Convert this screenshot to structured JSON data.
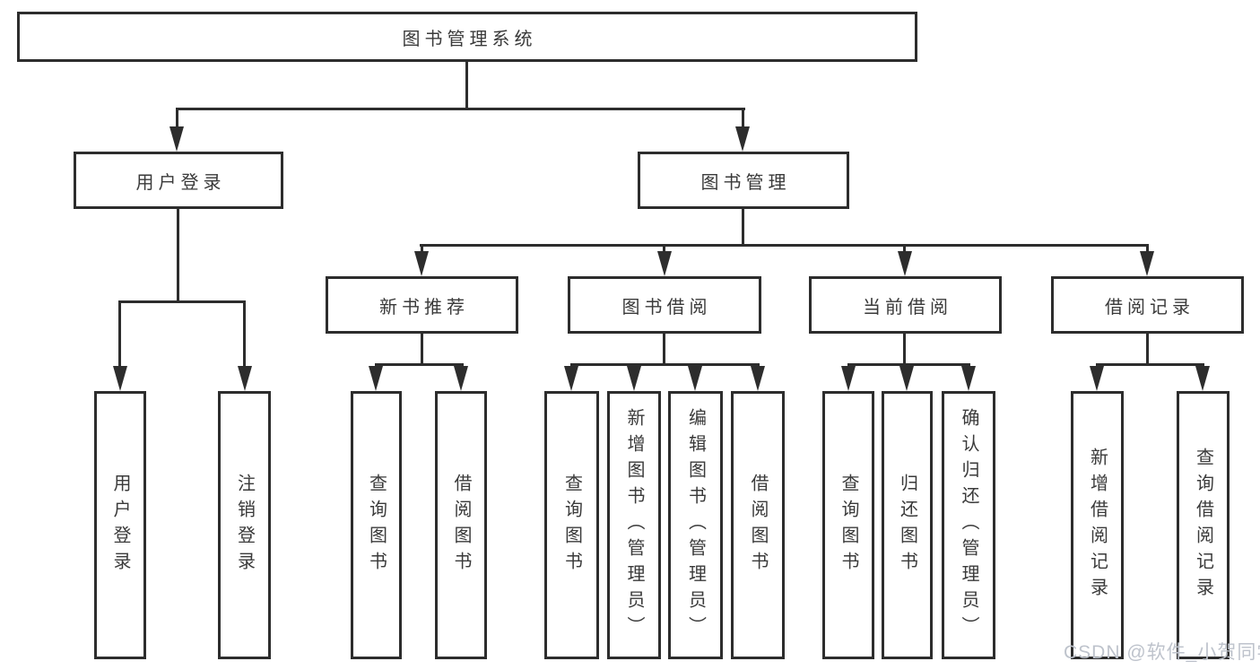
{
  "diagram": {
    "tree": {
      "label": "图书管理系统",
      "children": [
        {
          "label": "用户登录",
          "children": [
            {
              "label": "用户登录"
            },
            {
              "label": "注销登录"
            }
          ]
        },
        {
          "label": "图书管理",
          "children": [
            {
              "label": "新书推荐",
              "children": [
                {
                  "label": "查询图书"
                },
                {
                  "label": "借阅图书"
                }
              ]
            },
            {
              "label": "图书借阅",
              "children": [
                {
                  "label": "查询图书"
                },
                {
                  "label": "新增图书（管理员）"
                },
                {
                  "label": "编辑图书（管理员）"
                },
                {
                  "label": "借阅图书"
                }
              ]
            },
            {
              "label": "当前借阅",
              "children": [
                {
                  "label": "查询图书"
                },
                {
                  "label": "归还图书"
                },
                {
                  "label": "确认归还（管理员）"
                }
              ]
            },
            {
              "label": "借阅记录",
              "children": [
                {
                  "label": "新增借阅记录"
                },
                {
                  "label": "查询借阅记录"
                }
              ]
            }
          ]
        }
      ]
    },
    "colors": {
      "line": "#2d2d2d",
      "text": "#3a3a3a",
      "background": "#ffffff",
      "watermark": "#bec3cc"
    }
  },
  "watermark": {
    "text": "CSDN @软件_小贺同学"
  }
}
